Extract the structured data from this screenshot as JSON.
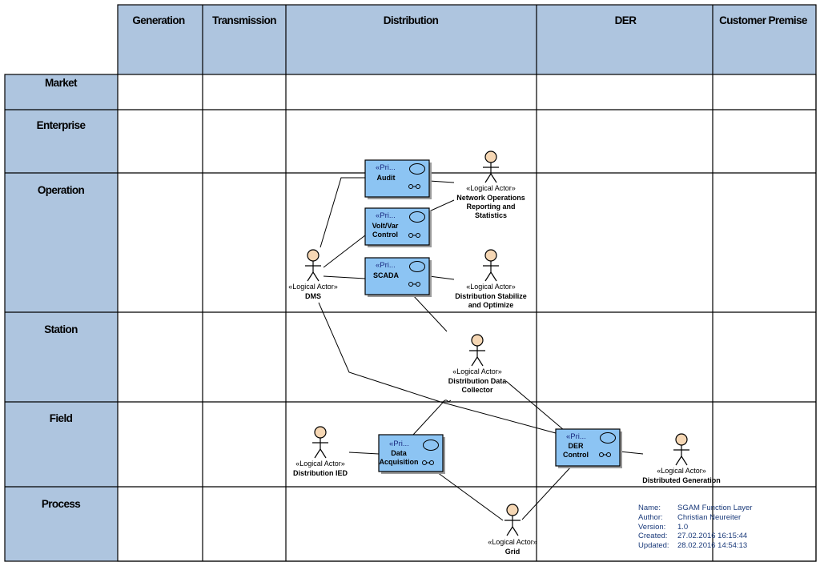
{
  "columns": [
    "Generation",
    "Transmission",
    "Distribution",
    "DER",
    "Customer Premise"
  ],
  "rows": [
    "Market",
    "Enterprise",
    "Operation",
    "Station",
    "Field",
    "Process"
  ],
  "functions": [
    {
      "id": "audit",
      "stereotype": "«Pri...",
      "name": [
        "Audit"
      ]
    },
    {
      "id": "voltvar",
      "stereotype": "«Pri...",
      "name": [
        "Volt/Var",
        "Control"
      ]
    },
    {
      "id": "scada",
      "stereotype": "«Pri...",
      "name": [
        "SCADA"
      ]
    },
    {
      "id": "data-acq",
      "stereotype": "«Pri...",
      "name": [
        "Data",
        "Acquisition"
      ]
    },
    {
      "id": "der-control",
      "stereotype": "«Pri...",
      "name": [
        "DER",
        "Control"
      ]
    }
  ],
  "actors": [
    {
      "id": "netops",
      "stereotype": "«Logical Actor»",
      "name": [
        "Network Operations",
        "Reporting and",
        "Statistics"
      ]
    },
    {
      "id": "dms",
      "stereotype": "«Logical Actor»",
      "name": [
        "DMS"
      ]
    },
    {
      "id": "dist-stab",
      "stereotype": "«Logical Actor»",
      "name": [
        "Distribution Stabilize",
        "and Optimize"
      ]
    },
    {
      "id": "ddc",
      "stereotype": "«Logical Actor»",
      "name": [
        "Distribution Data",
        "Collector"
      ]
    },
    {
      "id": "ied",
      "stereotype": "«Logical Actor»",
      "name": [
        "Distribution IED"
      ]
    },
    {
      "id": "distgen",
      "stereotype": "«Logical Actor»",
      "name": [
        "Distributed Generation"
      ]
    },
    {
      "id": "grid",
      "stereotype": "«Logical Actor»",
      "name": [
        "Grid"
      ]
    }
  ],
  "info": [
    {
      "label": "Name:",
      "value": "SGAM Function Layer"
    },
    {
      "label": "Author:",
      "value": "Christian Neureiter"
    },
    {
      "label": "Version:",
      "value": "1.0"
    },
    {
      "label": "Created:",
      "value": "27.02.2016 16:15:44"
    },
    {
      "label": "Updated:",
      "value": "28.02.2016 14:54:13"
    }
  ],
  "colors": {
    "header": "#aec5df",
    "function_box": "#8cc4f3",
    "actor_head": "#f6d7b4",
    "note_text": "#1a3a7a"
  }
}
